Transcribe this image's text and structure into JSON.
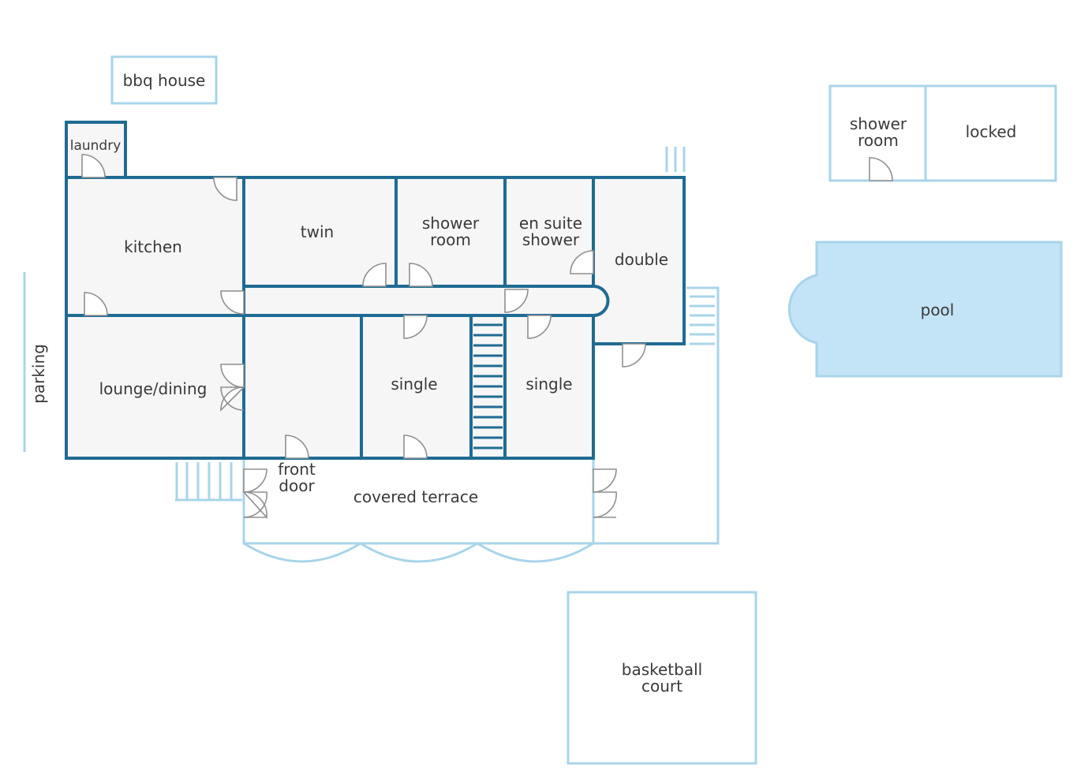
{
  "colors": {
    "wall": "#1f6b93",
    "exterior": "#a8d4ea",
    "pool_fill": "#c3e4f6",
    "room_fill": "#f6f6f6",
    "door": "#8f8f8f",
    "text": "#3a3a3a"
  },
  "rooms": {
    "laundry": "laundry",
    "kitchen": "kitchen",
    "twin": "twin",
    "shower_room_1": "shower",
    "shower_room_2": "room",
    "en_suite_1": "en suite",
    "en_suite_2": "shower",
    "double": "double",
    "lounge_dining": "lounge/dining",
    "single_1": "single",
    "single_2": "single"
  },
  "outdoor": {
    "bbq_house": "bbq house",
    "parking": "parking",
    "front_door_1": "front",
    "front_door_2": "door",
    "covered_terrace": "covered terrace",
    "shower_room_1": "shower",
    "shower_room_2": "room",
    "locked": "locked",
    "pool": "pool",
    "basketball_1": "basketball",
    "basketball_2": "court"
  }
}
